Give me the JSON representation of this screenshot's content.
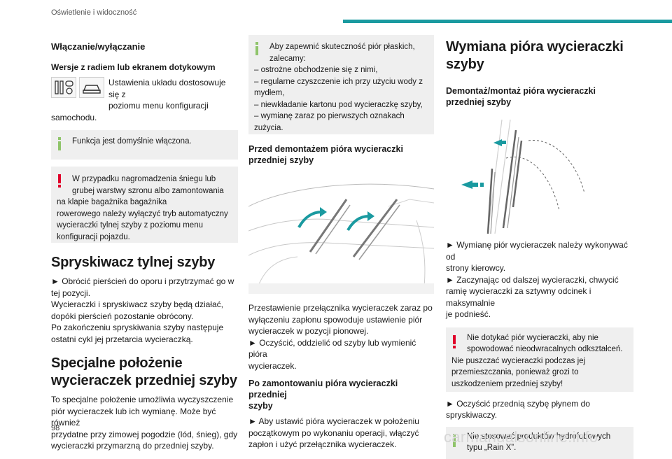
{
  "header": {
    "section_title": "Oświetlenie i widoczność"
  },
  "page_number": "98",
  "watermark": "carmanualsonline.info",
  "col1": {
    "h_onoff": "Włączanie/wyłączanie",
    "h_versions": "Wersje z radiem lub ekranem dotykowym",
    "settings_line1": "Ustawienia układu dostosowuje się z",
    "settings_line2": "poziomu menu konfiguracji",
    "settings_line3": "samochodu.",
    "info_default": "Funkcja jest domyślnie włączona.",
    "warn_line1": "W przypadku nagromadzenia śniegu lub",
    "warn_line2": "grubej warstwy szronu albo zamontowania",
    "warn_line3": "na klapie bagażnika bagażnika",
    "warn_line4": "rowerowego należy wyłączyć tryb automatyczny",
    "warn_line5": "wycieraczki tylnej szyby z poziomu menu",
    "warn_line6": "konfiguracji pojazdu.",
    "h_rear_washer": "Spryskiwacz tylnej szyby",
    "rw_line1": "► Obrócić pierścień do oporu i przytrzymać go w",
    "rw_line2": "tej pozycji.",
    "rw_line3": "Wycieraczki i spryskiwacz szyby będą działać,",
    "rw_line4": "dopóki pierścień pozostanie obrócony.",
    "rw_line5": "Po zakończeniu spryskiwania szyby następuje",
    "rw_line6": "ostatni cykl jej przetarcia wycieraczką.",
    "h_special_1": "Specjalne położenie",
    "h_special_2": "wycieraczek przedniej szyby",
    "sp_line1": "To specjalne położenie umożliwia wyczyszczenie",
    "sp_line2": "piór wycieraczek lub ich wymianę. Może być również",
    "sp_line3": "przydatne przy zimowej pogodzie (lód, śnieg), gdy",
    "sp_line4": "wycieraczki przymarzną do przedniej szyby."
  },
  "col2": {
    "info_line1": "Aby zapewnić skuteczność piór płaskich,",
    "info_line2": "zalecamy:",
    "info_line3": "– ostrożne obchodzenie się z nimi,",
    "info_line4": "– regularne czyszczenie ich przy użyciu wody z",
    "info_line5": "mydłem,",
    "info_line6": "– niewkładanie kartonu pod wycieraczkę szyby,",
    "info_line7": "– wymianę zaraz po pierwszych oznakach",
    "info_line8": "zużycia.",
    "h_before_1": "Przed demontażem pióra wycieraczki",
    "h_before_2": "przedniej szyby",
    "b_line1": "Przestawienie przełącznika wycieraczek zaraz po",
    "b_line2": "wyłączeniu zapłonu spowoduje ustawienie piór",
    "b_line3": "wycieraczek w pozycji pionowej.",
    "b_line4": "► Oczyścić, oddzielić od szyby lub wymienić pióra",
    "b_line5": "wycieraczek.",
    "h_after_1": "Po zamontowaniu pióra wycieraczki przedniej",
    "h_after_2": "szyby",
    "a_line1": "► Aby ustawić pióra wycieraczek w położeniu",
    "a_line2": "początkowym po wykonaniu operacji, włączyć",
    "a_line3": "zapłon i użyć przełącznika wycieraczek."
  },
  "col3": {
    "h_replace_1": "Wymiana pióra wycieraczki",
    "h_replace_2": "szyby",
    "h_dismount_1": "Demontaż/montaż pióra wycieraczki",
    "h_dismount_2": "przedniej szyby",
    "r_line1": "► Wymianę piór wycieraczek należy wykonywać od",
    "r_line2": "strony kierowcy.",
    "r_line3": "► Zaczynając od dalszej wycieraczki, chwycić",
    "r_line4": "ramię wycieraczki za sztywny odcinek i maksymalnie",
    "r_line5": "je podnieść.",
    "warn_line1": "Nie dotykać piór wycieraczki, aby nie",
    "warn_line2": "spowodować nieodwracalnych odkształceń.",
    "warn_line3": "Nie puszczać wycieraczki podczas jej",
    "warn_line4": "przemieszczania, ponieważ grozi to",
    "warn_line5": "uszkodzeniem przedniej szyby!",
    "c_line1": "► Oczyścić przednią szybę płynem do",
    "c_line2": "spryskiwaczy.",
    "info_line1": "Nie stosować produktów hydrofobowych",
    "info_line2": "typu „Rain X”."
  },
  "colors": {
    "accent": "#1a9aa0",
    "info": "#8fc46a",
    "warning": "#e0002a",
    "box_bg": "#efefef"
  }
}
